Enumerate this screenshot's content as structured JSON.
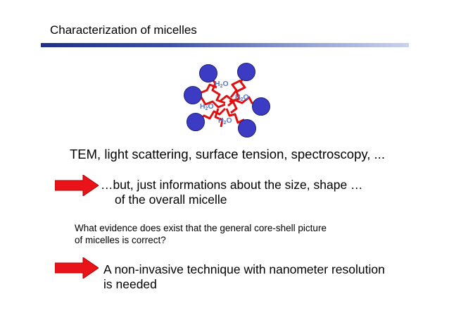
{
  "slide": {
    "title": "Characterization of micelles",
    "methods_text": "TEM, light scattering, surface tension, spectroscopy, ...",
    "limitation_line1": "…but, just informations about the size, shape …",
    "limitation_line2": "of the overall micelle",
    "question_line1": "What evidence does exist that the general core-shell picture",
    "question_line2": "of micelles is correct?",
    "conclusion_line1": "A non-invasive technique with nanometer resolution",
    "conclusion_line2": "is needed"
  },
  "diagram": {
    "water_label": "H",
    "water_subscript": "2",
    "water_suffix": "O",
    "head_color": "#3b3bc4",
    "tail_color": "#e01010",
    "label_color": "#5577cc"
  },
  "colors": {
    "arrow": "#e8141a",
    "rule": "#2b3b94"
  }
}
